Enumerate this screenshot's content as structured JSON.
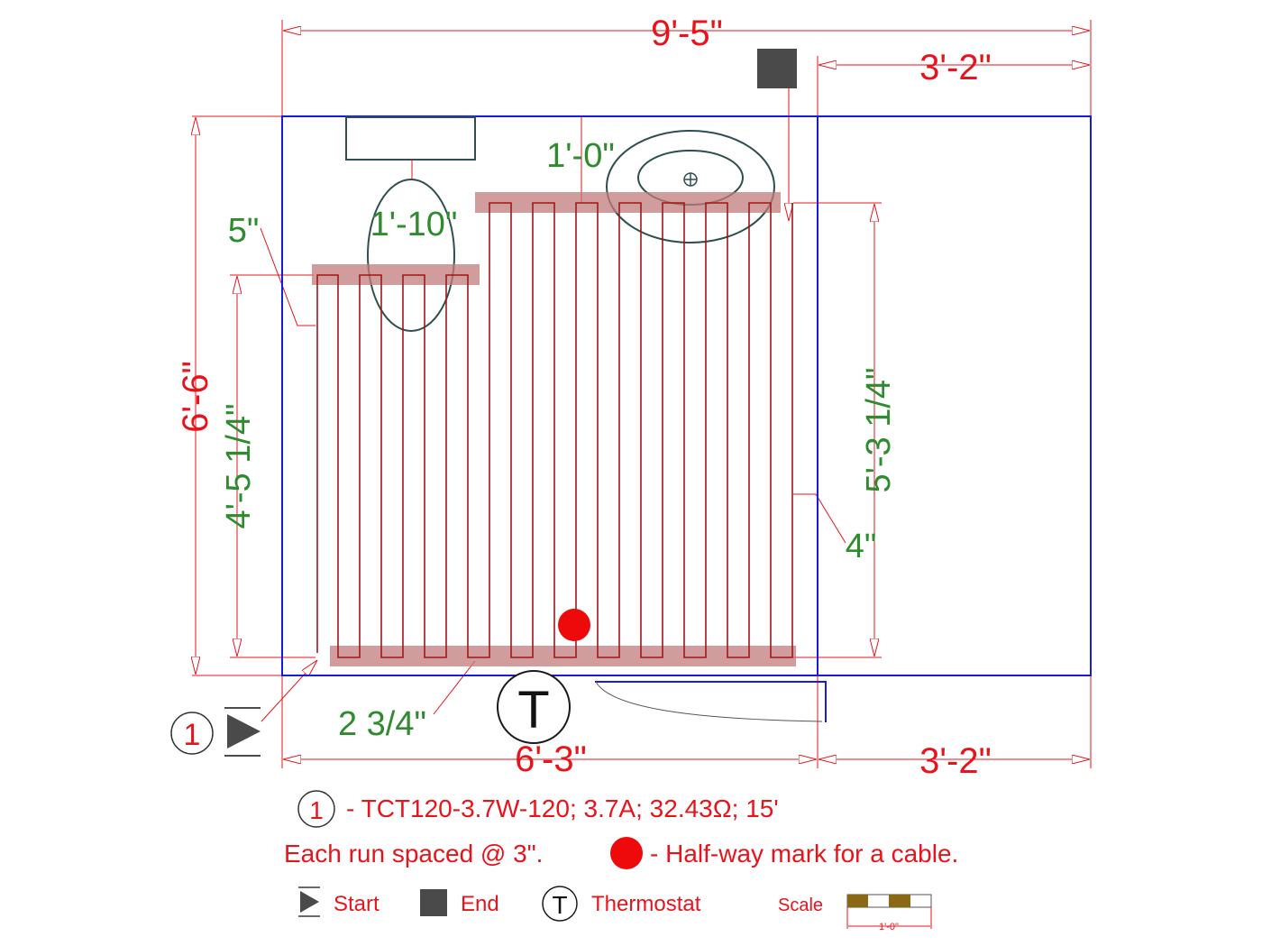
{
  "dimensions": {
    "total_width": "9'-5\"",
    "closet_width_top": "3'-2\"",
    "heated_width": "6'-3\"",
    "closet_width_bottom": "3'-2\"",
    "room_depth": "6'-6\"",
    "left_run_length": "4'-5 1/4\"",
    "right_run_length": "5'-3 1/4\"",
    "left_offset": "5\"",
    "right_offset": "4\"",
    "bottom_offset": "2 3/4\"",
    "toilet_clearance": "1'-10\"",
    "vanity_clearance": "1'-0\""
  },
  "symbols": {
    "thermostat": "T",
    "circuit_number": "1"
  },
  "legend": {
    "cable_number": "1",
    "cable_spec": "- TCT120-3.7W-120; 3.7A; 32.43Ω; 15'",
    "spacing_note": "Each run spaced @ 3\".",
    "halfway_note": "- Half-way mark for a cable.",
    "start_label": "Start",
    "end_label": "End",
    "thermostat_symbol": "T",
    "thermostat_label": "Thermostat",
    "scale_label": "Scale",
    "scale_value": "1'-0\""
  },
  "colors": {
    "dimension": "#e8141c",
    "annotation": "#2e8b2e",
    "wall": "#1a1adc",
    "cable": "#a01818",
    "fixture": "#2f4f4f"
  },
  "icons": [
    "start-triangle-icon",
    "end-square-icon",
    "thermostat-icon",
    "halfway-dot-icon",
    "drain-icon"
  ]
}
